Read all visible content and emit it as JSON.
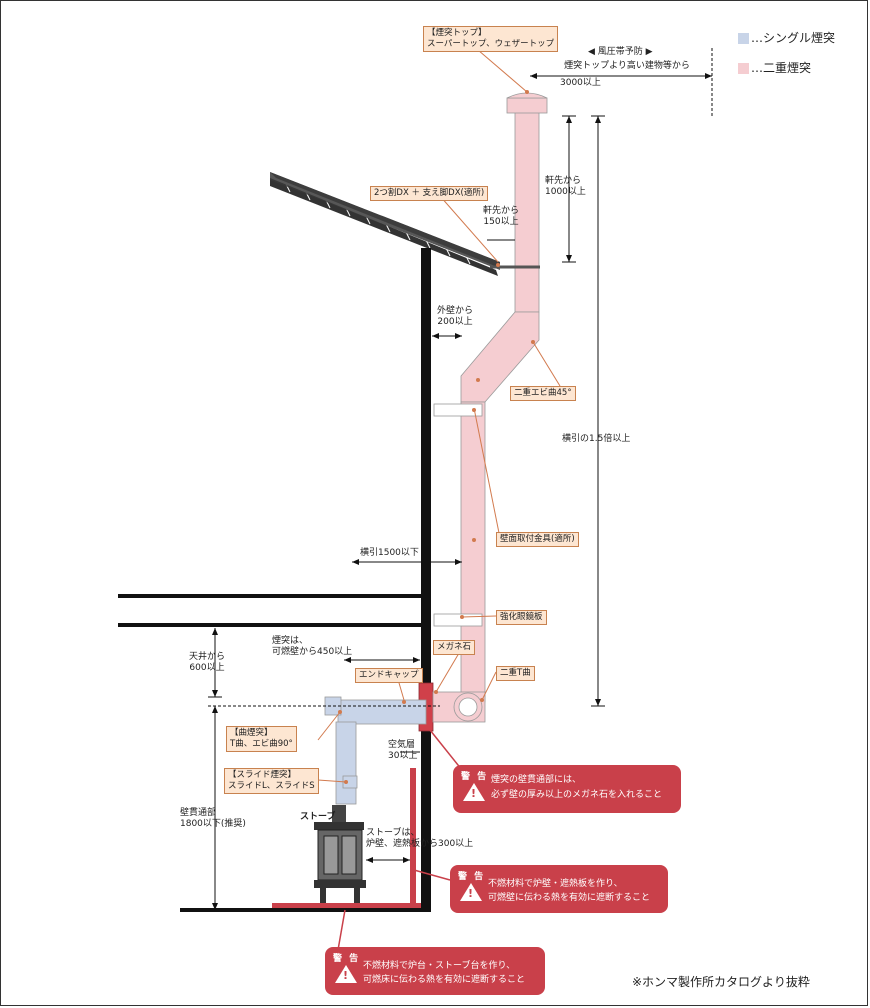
{
  "legend": {
    "single": "…シングル煙突",
    "double": "…二重煙突",
    "single_color": "#c8d4e8",
    "double_color": "#f5cdd1"
  },
  "callouts": {
    "chimney_top_title": "【煙突トップ】",
    "chimney_top_items": "スーパートップ、ウェザートップ",
    "split_dx": "2つ割DX ＋ 支え脚DX(適所)",
    "ebi45": "二重エビ曲45°",
    "wall_bracket": "壁面取付金具(適所)",
    "reinforced_plate": "強化眼鏡板",
    "megane_stone": "メガネ石",
    "double_t": "二重T曲",
    "end_cap": "エンドキャップ",
    "bend_title": "【曲煙突】",
    "bend_items": "T曲、エビ曲90°",
    "slide_title": "【スライド煙突】",
    "slide_items": "スライドL、スライドS"
  },
  "dimensions": {
    "wind_zone": "◀ 風圧帯予防 ▶",
    "above_building_1": "煙突トップより高い建物等から",
    "above_building_2": "3000以上",
    "from_eave_1000_a": "軒先から",
    "from_eave_1000_b": "1000以上",
    "from_eave_150_a": "軒先から",
    "from_eave_150_b": "150以上",
    "outer_wall_a": "外壁から",
    "outer_wall_b": "200以上",
    "horizontal_ratio": "横引の1.5倍以上",
    "horizontal_limit": "横引1500以下",
    "ceiling_a": "天井から",
    "ceiling_b": "600以上",
    "combustible_a": "煙突は、",
    "combustible_b": "可燃壁から450以上",
    "air_gap_a": "空気層",
    "air_gap_b": "30以上",
    "wall_pass_a": "壁貫通部",
    "wall_pass_b": "1800以下(推奨)",
    "stove_label": "ストーブ",
    "stove_dist_a": "ストーブは、",
    "stove_dist_b": "炉壁、遮熱板から300以上"
  },
  "warnings": [
    {
      "title": "警 告",
      "line1": "煙突の壁貫通部には、",
      "line2": "必ず壁の厚み以上のメガネ石を入れること"
    },
    {
      "title": "警 告",
      "line1": "不燃材料で炉壁・遮熱板を作り、",
      "line2": "可燃壁に伝わる熱を有効に遮断すること"
    },
    {
      "title": "警 告",
      "line1": "不燃材料で炉台・ストーブ台を作り、",
      "line2": "可燃床に伝わる熱を有効に遮断すること"
    }
  ],
  "source_note": "※ホンマ製作所カタログより抜粋"
}
